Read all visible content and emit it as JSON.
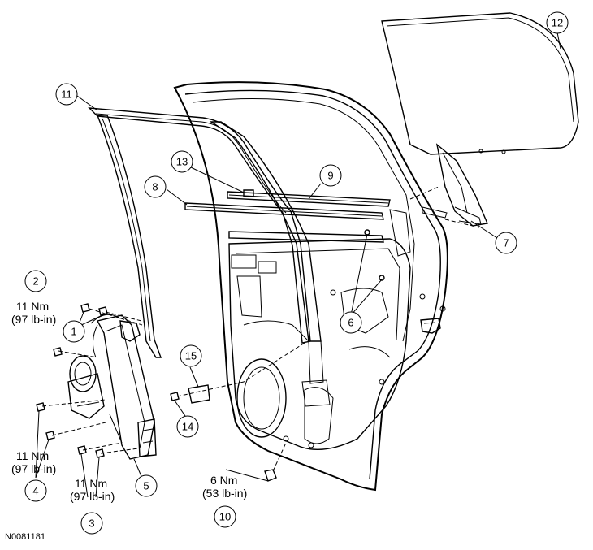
{
  "figure_id": "N0081181",
  "callouts": [
    {
      "id": "c1",
      "num": "1"
    },
    {
      "id": "c2",
      "num": "2"
    },
    {
      "id": "c3",
      "num": "3"
    },
    {
      "id": "c4",
      "num": "4"
    },
    {
      "id": "c5",
      "num": "5"
    },
    {
      "id": "c6",
      "num": "6"
    },
    {
      "id": "c7",
      "num": "7"
    },
    {
      "id": "c8",
      "num": "8"
    },
    {
      "id": "c9",
      "num": "9"
    },
    {
      "id": "c10",
      "num": "10"
    },
    {
      "id": "c11",
      "num": "11"
    },
    {
      "id": "c12",
      "num": "12"
    },
    {
      "id": "c13",
      "num": "13"
    },
    {
      "id": "c14",
      "num": "14"
    },
    {
      "id": "c15",
      "num": "15"
    }
  ],
  "torques": {
    "t2": {
      "nm": "11 Nm",
      "lbin": "(97 lb-in)"
    },
    "t4": {
      "nm": "11 Nm",
      "lbin": "(97 lb-in)"
    },
    "t3": {
      "nm": "11 Nm",
      "lbin": "(97 lb-in)"
    },
    "t10": {
      "nm": "6 Nm",
      "lbin": "(53 lb-in)"
    }
  }
}
